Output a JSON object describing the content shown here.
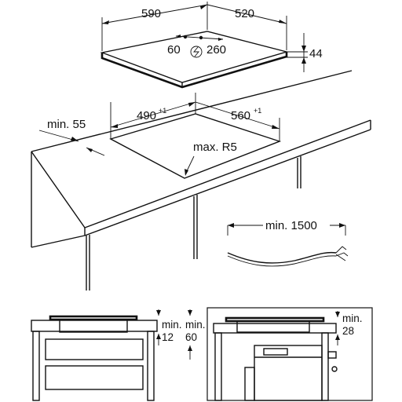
{
  "dimensions": {
    "hob_width": "590",
    "hob_depth": "520",
    "hob_height": "44",
    "cable_min": "60",
    "cable_max": "260",
    "cutout_width": "490",
    "cutout_width_tol": "+1",
    "cutout_depth": "560",
    "cutout_depth_tol": "+1",
    "edge_distance": "min. 55",
    "corner_radius": "max. R5",
    "cable_length": "min. 1500"
  },
  "bottom_left": {
    "gap_label": "min.",
    "gap_value": "12",
    "space_label": "min.",
    "space_value": "60"
  },
  "bottom_right": {
    "gap_label": "min.",
    "gap_value": "28"
  },
  "icons": {
    "electric": "electric-icon",
    "cable": "cable-icon"
  }
}
